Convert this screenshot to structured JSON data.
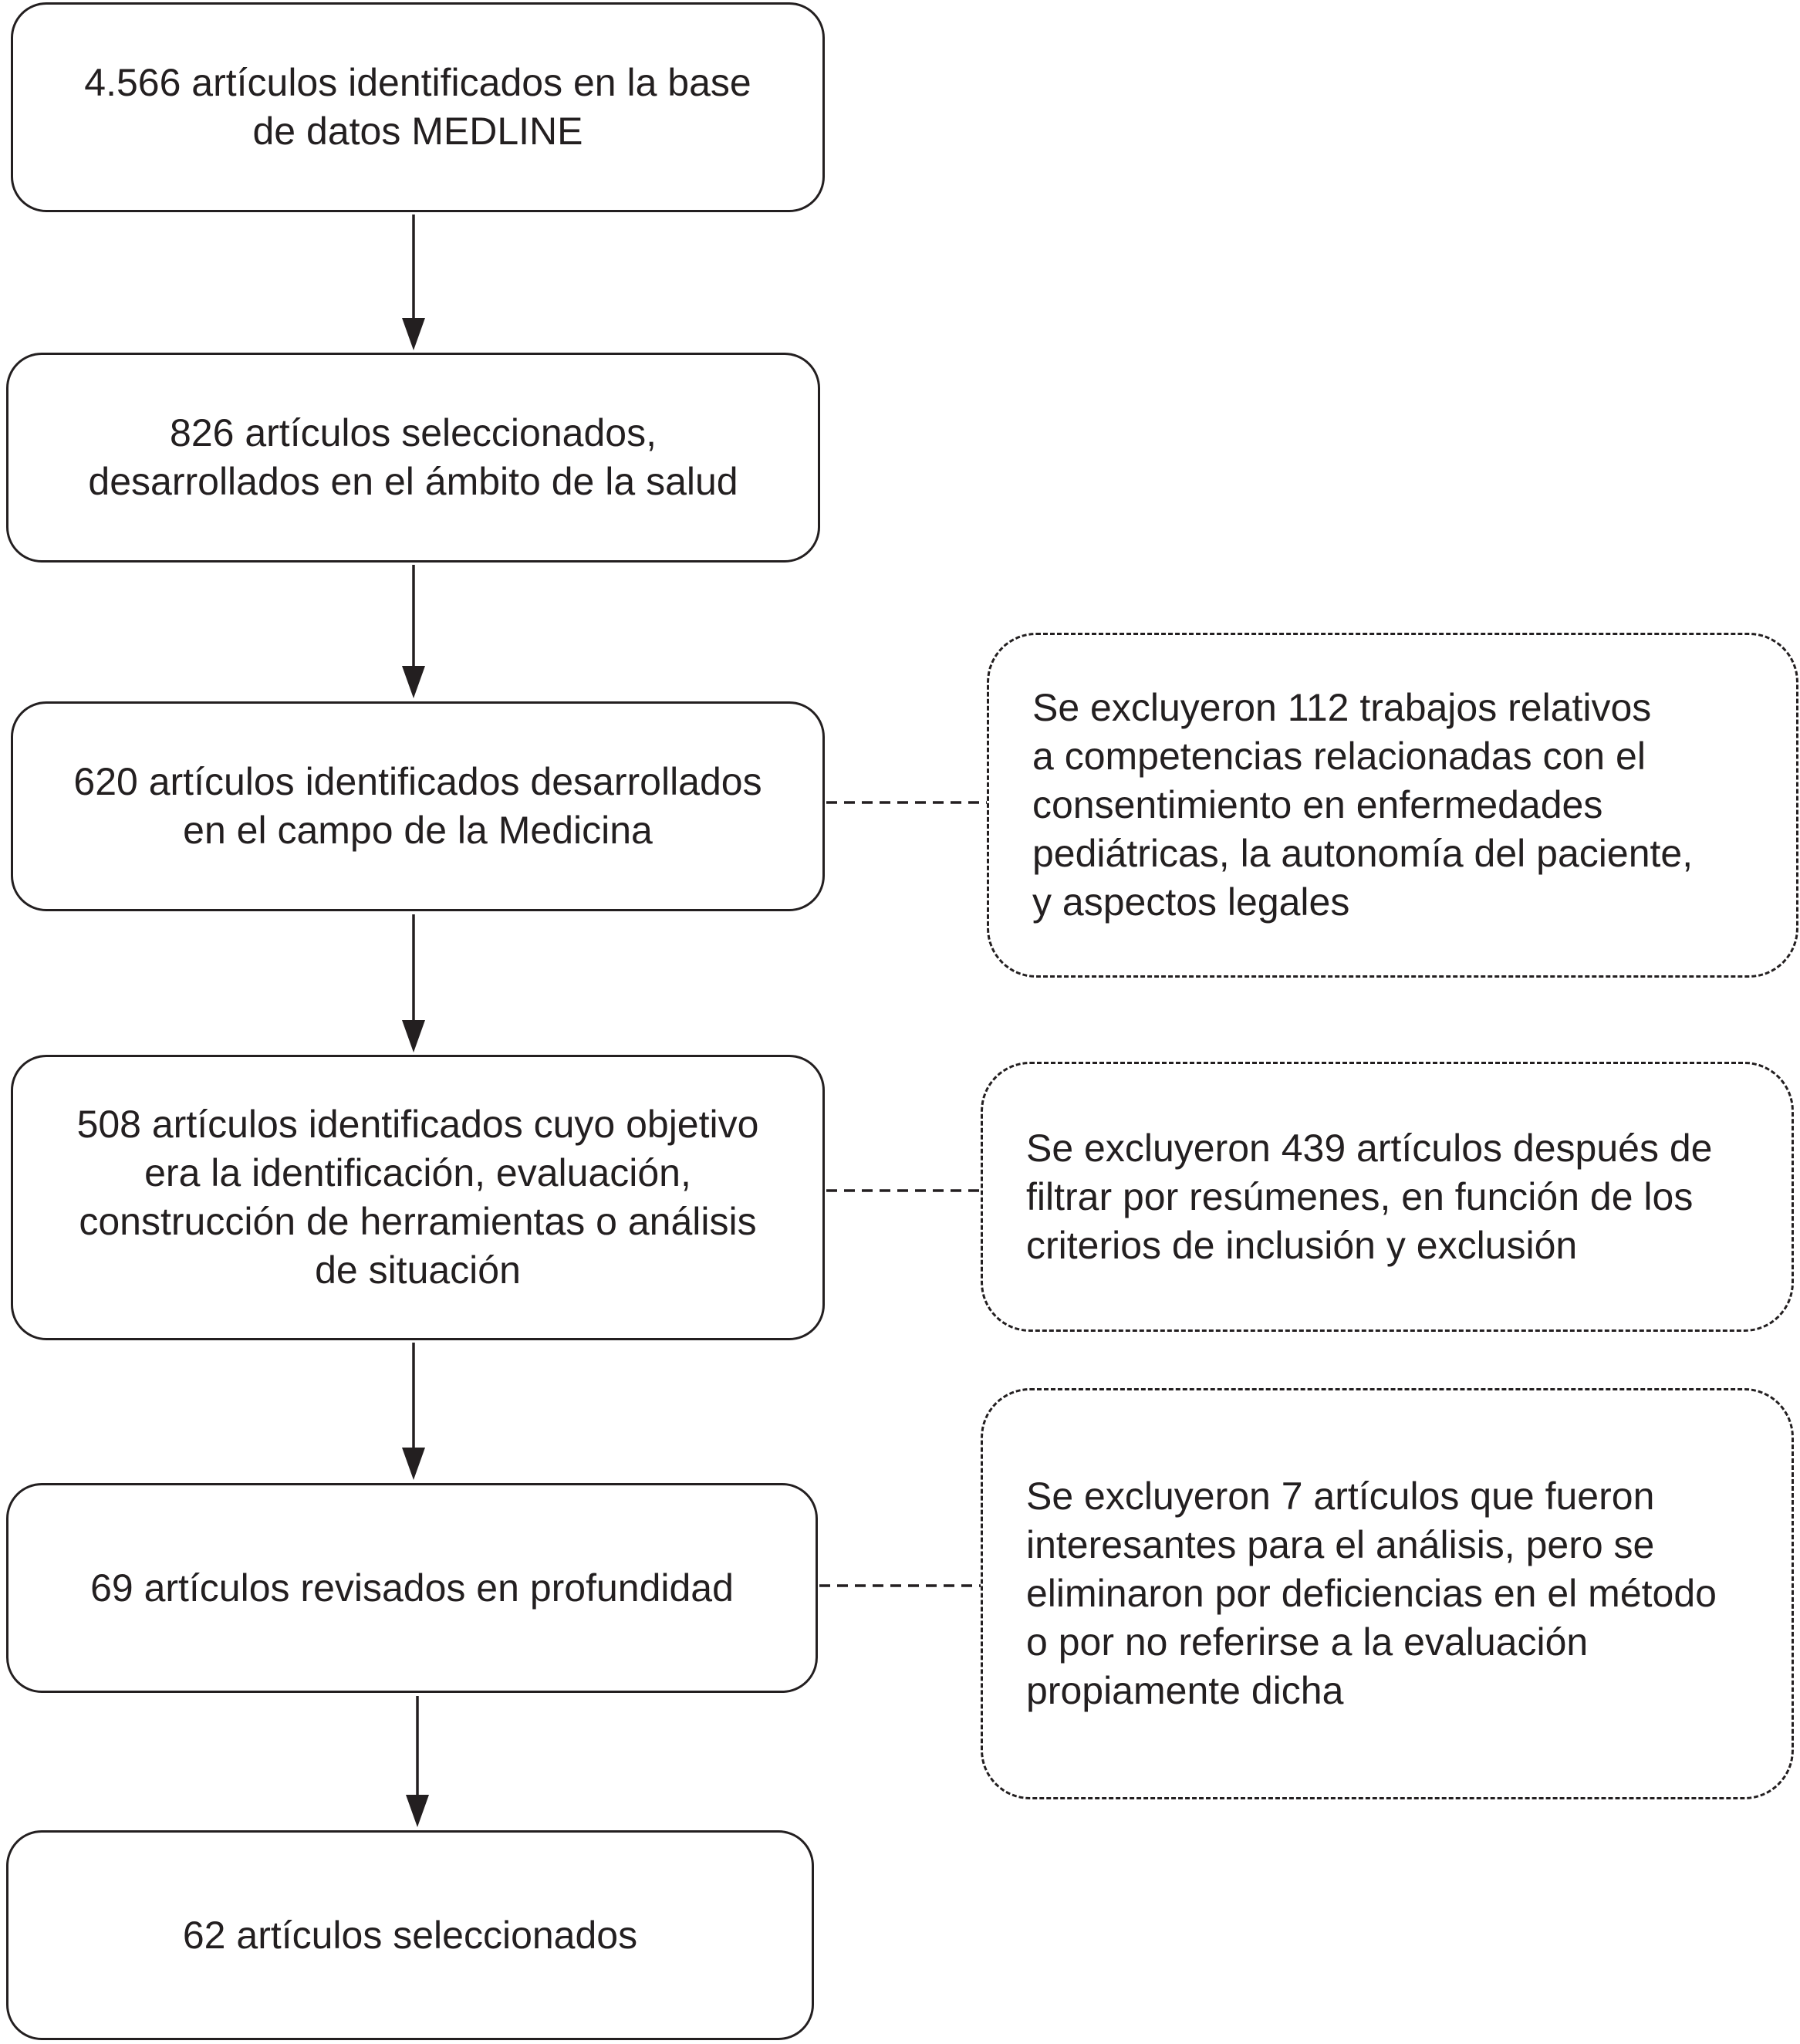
{
  "flow_steps": [
    {
      "label": "4.566 artículos identificados en la base\nde datos MEDLINE"
    },
    {
      "label": "826 artículos seleccionados,\ndesarrollados en el ámbito de la salud"
    },
    {
      "label": "620 artículos identificados desarrollados\nen el campo de la Medicina"
    },
    {
      "label": "508 artículos identificados cuyo objetivo\nera la identificación, evaluación,\nconstrucción de herramientas o análisis\nde situación"
    },
    {
      "label": "69 artículos revisados en profundidad"
    },
    {
      "label": "62 artículos seleccionados"
    }
  ],
  "exclusions": [
    {
      "label": "Se excluyeron 112 trabajos relativos\na competencias relacionadas con el\nconsentimiento en enfermedades\npediátricas, la autonomía del paciente,\ny aspectos legales"
    },
    {
      "label": "Se excluyeron 439 artículos después de\nfiltrar por resúmenes, en función de los\ncriterios de inclusión y exclusión"
    },
    {
      "label": "Se excluyeron 7 artículos que fueron\ninteresantes para el análisis, pero se\neliminaron por deficiencias en el método\no por no referirse a la evaluación\npropiamente dicha"
    }
  ],
  "colors": {
    "stroke": "#231f20",
    "background": "#ffffff",
    "text": "#231f20"
  }
}
